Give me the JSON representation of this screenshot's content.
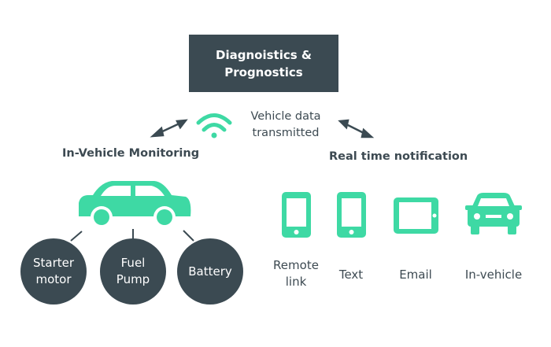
{
  "colors": {
    "accent": "#3ed9a4",
    "dark": "#3b4a52",
    "text": "#3d4a52"
  },
  "top_box": {
    "label": "Diagnoistics &\nPrognostics"
  },
  "transmission": {
    "label": "Vehicle data\ntransmitted",
    "icon": "wifi-icon"
  },
  "left": {
    "heading": "In-Vehicle Monitoring",
    "icon": "car-icon",
    "components": [
      {
        "label": "Starter\nmotor"
      },
      {
        "label": "Fuel\nPump"
      },
      {
        "label": "Battery"
      }
    ]
  },
  "right": {
    "heading": "Real time notification",
    "channels": [
      {
        "label": "Remote\nlink",
        "icon": "smartphone-icon"
      },
      {
        "label": "Text",
        "icon": "smartphone-icon"
      },
      {
        "label": "Email",
        "icon": "tablet-icon"
      },
      {
        "label": "In-vehicle",
        "icon": "car-front-icon"
      }
    ]
  }
}
